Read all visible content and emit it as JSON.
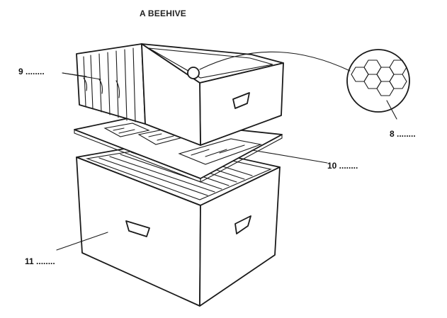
{
  "diagram": {
    "title": "A BEEHIVE",
    "labels": {
      "frames": "9 ........",
      "comb": "8 ........",
      "queen_excluder": "10 ........",
      "brood_box": "11 ........"
    }
  }
}
